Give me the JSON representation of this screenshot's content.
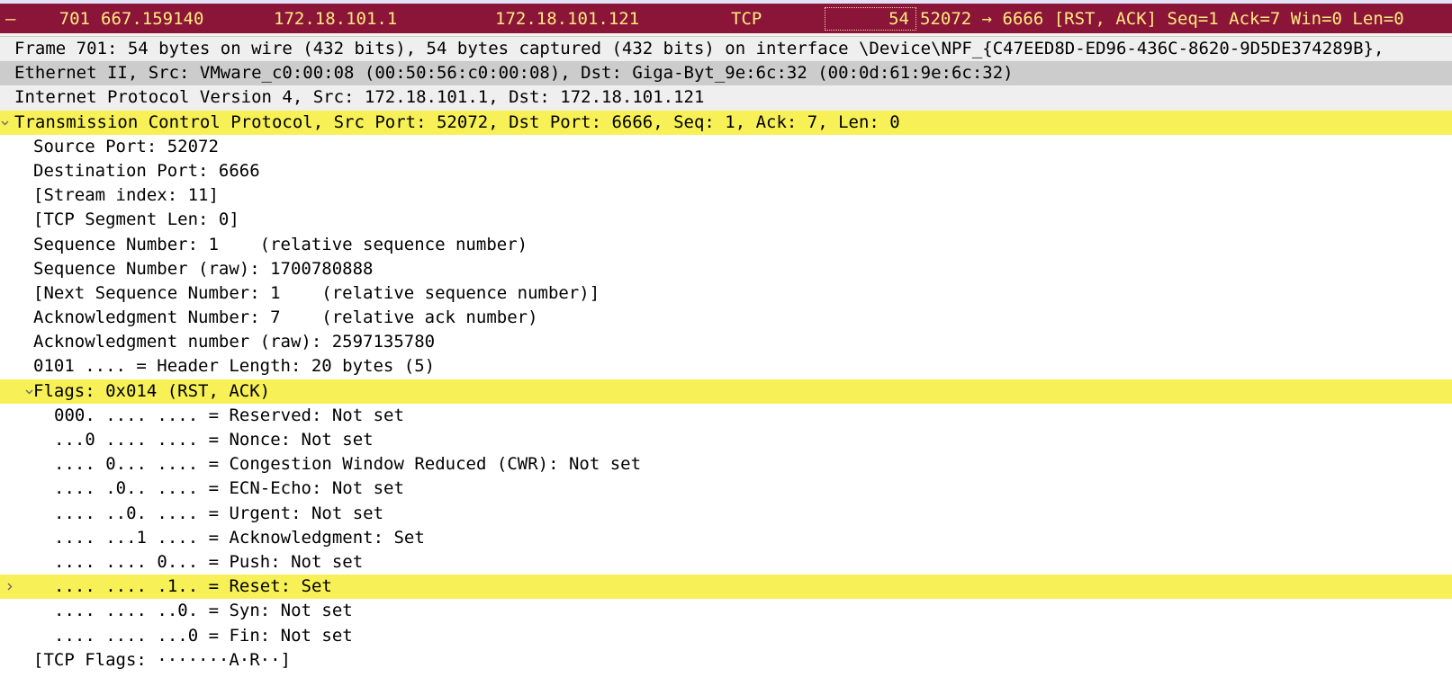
{
  "packet_list": {
    "selected_row": {
      "marker": "–",
      "no": "701",
      "time": "667.159140",
      "source": "172.18.101.1",
      "destination": "172.18.101.121",
      "protocol": "TCP",
      "length": "54",
      "info": "52072 → 6666 [RST, ACK] Seq=1 Ack=7 Win=0 Len=0"
    },
    "colors": {
      "row_bg": "#8a1538",
      "row_fg": "#ffe97f",
      "prev_row_bg": "#e2e2f7"
    }
  },
  "detail_tree": {
    "colors": {
      "highlight": "#f7f157",
      "stripe_gray": "#cccccc",
      "stripe_light": "#efefef"
    },
    "rows": [
      {
        "text": "Frame 701: 54 bytes on wire (432 bits), 54 bytes captured (432 bits) on interface \\Device\\NPF_{C47EED8D-ED96-436C-8620-9D5DE374289B},",
        "indent": 0,
        "bg": "light",
        "twisty": "none"
      },
      {
        "text": "Ethernet II, Src: VMware_c0:00:08 (00:50:56:c0:00:08), Dst: Giga-Byt_9e:6c:32 (00:0d:61:9e:6c:32)",
        "indent": 0,
        "bg": "gray",
        "twisty": "none"
      },
      {
        "text": "Internet Protocol Version 4, Src: 172.18.101.1, Dst: 172.18.101.121",
        "indent": 0,
        "bg": "light",
        "twisty": "none"
      },
      {
        "text": "Transmission Control Protocol, Src Port: 52072, Dst Port: 6666, Seq: 1, Ack: 7, Len: 0",
        "indent": 0,
        "bg": "yellow",
        "twisty": "expanded-edge"
      },
      {
        "text": "Source Port: 52072",
        "indent": 1,
        "bg": "white",
        "twisty": "none"
      },
      {
        "text": "Destination Port: 6666",
        "indent": 1,
        "bg": "white",
        "twisty": "none"
      },
      {
        "text": "[Stream index: 11]",
        "indent": 1,
        "bg": "white",
        "twisty": "none"
      },
      {
        "text": "[TCP Segment Len: 0]",
        "indent": 1,
        "bg": "white",
        "twisty": "none"
      },
      {
        "text": "Sequence Number: 1    (relative sequence number)",
        "indent": 1,
        "bg": "white",
        "twisty": "none"
      },
      {
        "text": "Sequence Number (raw): 1700780888",
        "indent": 1,
        "bg": "white",
        "twisty": "none"
      },
      {
        "text": "[Next Sequence Number: 1    (relative sequence number)]",
        "indent": 1,
        "bg": "white",
        "twisty": "none"
      },
      {
        "text": "Acknowledgment Number: 7    (relative ack number)",
        "indent": 1,
        "bg": "white",
        "twisty": "none"
      },
      {
        "text": "Acknowledgment number (raw): 2597135780",
        "indent": 1,
        "bg": "white",
        "twisty": "none"
      },
      {
        "text": "0101 .... = Header Length: 20 bytes (5)",
        "indent": 1,
        "bg": "white",
        "twisty": "none"
      },
      {
        "text": "Flags: 0x014 (RST, ACK)",
        "indent": 1,
        "bg": "yellow",
        "twisty": "expanded"
      },
      {
        "text": "000. .... .... = Reserved: Not set",
        "indent": 2,
        "bg": "white",
        "twisty": "none"
      },
      {
        "text": "...0 .... .... = Nonce: Not set",
        "indent": 2,
        "bg": "white",
        "twisty": "none"
      },
      {
        "text": ".... 0... .... = Congestion Window Reduced (CWR): Not set",
        "indent": 2,
        "bg": "white",
        "twisty": "none"
      },
      {
        "text": ".... .0.. .... = ECN-Echo: Not set",
        "indent": 2,
        "bg": "white",
        "twisty": "none"
      },
      {
        "text": ".... ..0. .... = Urgent: Not set",
        "indent": 2,
        "bg": "white",
        "twisty": "none"
      },
      {
        "text": ".... ...1 .... = Acknowledgment: Set",
        "indent": 2,
        "bg": "white",
        "twisty": "none"
      },
      {
        "text": ".... .... 0... = Push: Not set",
        "indent": 2,
        "bg": "white",
        "twisty": "none"
      },
      {
        "text": ".... .... .1.. = Reset: Set",
        "indent": 2,
        "bg": "yellow",
        "twisty": "collapsed"
      },
      {
        "text": ".... .... ..0. = Syn: Not set",
        "indent": 2,
        "bg": "white",
        "twisty": "none"
      },
      {
        "text": ".... .... ...0 = Fin: Not set",
        "indent": 2,
        "bg": "white",
        "twisty": "none"
      },
      {
        "text": "[TCP Flags: ·······A·R··]",
        "indent": 1,
        "bg": "white",
        "twisty": "none"
      }
    ]
  }
}
